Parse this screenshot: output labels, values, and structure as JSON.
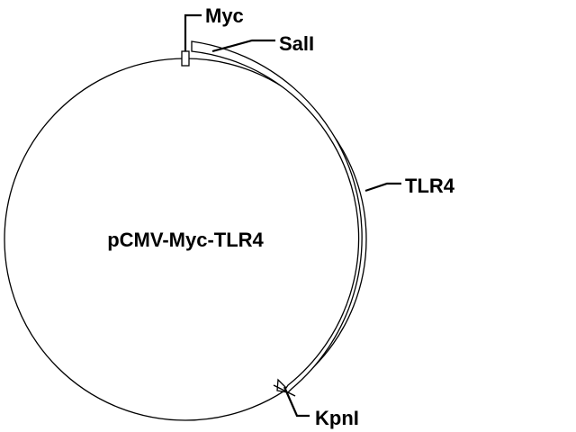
{
  "plasmid": {
    "name": "pCMV-Myc-TLR4"
  },
  "features": {
    "myc": {
      "label": "Myc"
    },
    "tlr4": {
      "label": "TLR4"
    }
  },
  "sites": {
    "sali": {
      "label": "SalI"
    },
    "kpni": {
      "label": "KpnI"
    }
  },
  "colors": {
    "line": "#000000",
    "background": "#ffffff"
  }
}
